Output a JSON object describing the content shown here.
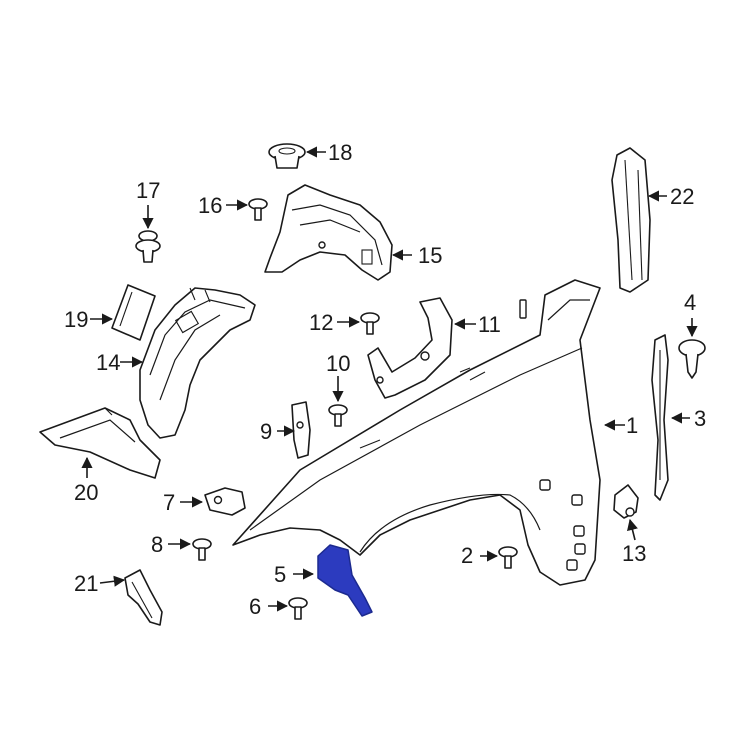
{
  "highlight_color": "#2c3bbf",
  "callouts": [
    {
      "id": "1",
      "label": "1"
    },
    {
      "id": "2",
      "label": "2"
    },
    {
      "id": "3",
      "label": "3"
    },
    {
      "id": "4",
      "label": "4"
    },
    {
      "id": "5",
      "label": "5"
    },
    {
      "id": "6",
      "label": "6"
    },
    {
      "id": "7",
      "label": "7"
    },
    {
      "id": "8",
      "label": "8"
    },
    {
      "id": "9",
      "label": "9"
    },
    {
      "id": "10",
      "label": "10"
    },
    {
      "id": "11",
      "label": "11"
    },
    {
      "id": "12",
      "label": "12"
    },
    {
      "id": "13",
      "label": "13"
    },
    {
      "id": "14",
      "label": "14"
    },
    {
      "id": "15",
      "label": "15"
    },
    {
      "id": "16",
      "label": "16"
    },
    {
      "id": "17",
      "label": "17"
    },
    {
      "id": "18",
      "label": "18"
    },
    {
      "id": "19",
      "label": "19"
    },
    {
      "id": "20",
      "label": "20"
    },
    {
      "id": "21",
      "label": "21"
    },
    {
      "id": "22",
      "label": "22"
    }
  ]
}
